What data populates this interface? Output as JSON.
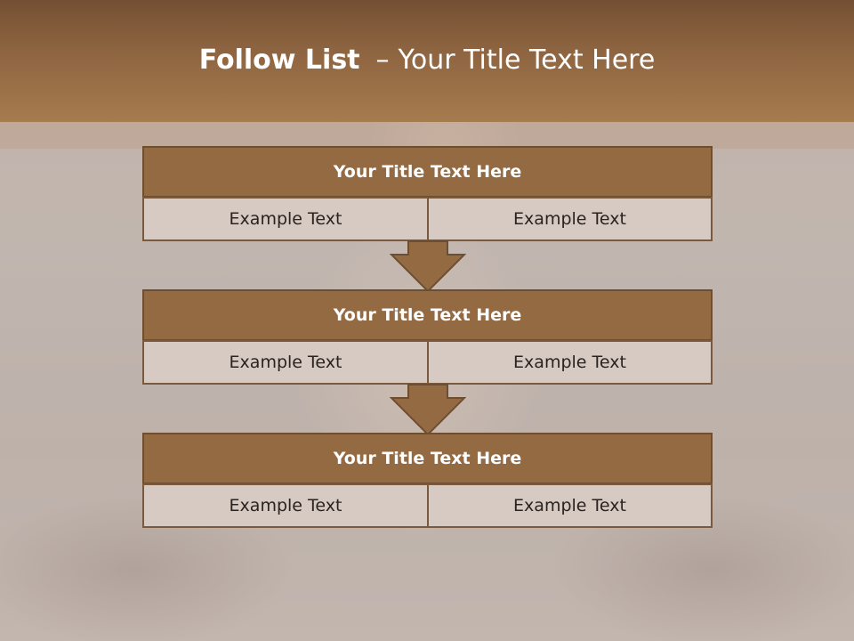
{
  "slide": {
    "title_bold": "Follow List",
    "title_dash": "–",
    "title_rest": "Your Title Text Here"
  },
  "steps": [
    {
      "title": "Your Title Text Here",
      "left": "Example Text",
      "right": "Example Text"
    },
    {
      "title": "Your Title Text Here",
      "left": "Example Text",
      "right": "Example Text"
    },
    {
      "title": "Your Title Text Here",
      "left": "Example Text",
      "right": "Example Text"
    }
  ],
  "colors": {
    "header": "#946a43",
    "cell_fill": "#d6cac3",
    "border": "#6e4e31",
    "arrow": "#946a43"
  }
}
